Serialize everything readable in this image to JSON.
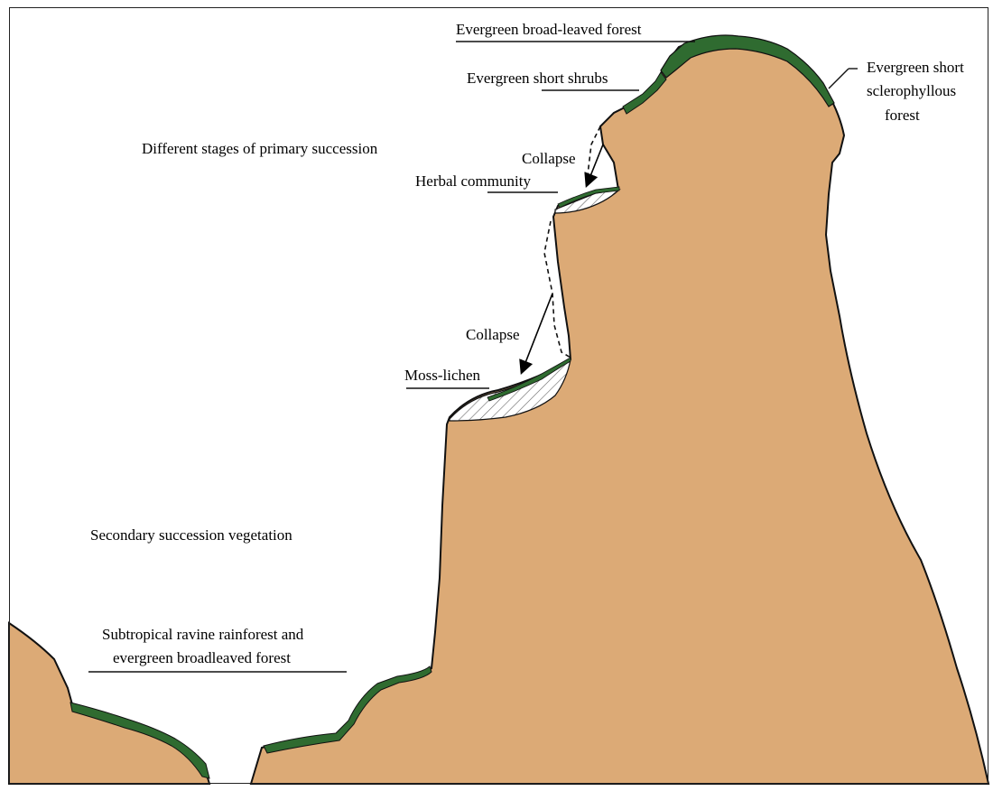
{
  "diagram": {
    "labels": {
      "evergreen_broad_leaved_forest": "Evergreen broad-leaved forest",
      "evergreen_short_shrubs": "Evergreen short shrubs",
      "evergreen_short_sclerophyllous_line1": "Evergreen short",
      "evergreen_short_sclerophyllous_line2": "sclerophyllous",
      "evergreen_short_sclerophyllous_line3": "forest",
      "primary_succession_title": "Different stages of primary succession",
      "collapse_upper": "Collapse",
      "herbal_community": "Herbal community",
      "collapse_lower": "Collapse",
      "moss_lichen": "Moss-lichen",
      "secondary_succession": "Secondary succession vegetation",
      "ravine_line1": "Subtropical ravine rainforest and",
      "ravine_line2": "evergreen broadleaved forest"
    },
    "colors": {
      "rock": "#dcaa76",
      "vegetation": "#2f6b30",
      "outline": "#111111",
      "hatch": "#555555"
    }
  }
}
